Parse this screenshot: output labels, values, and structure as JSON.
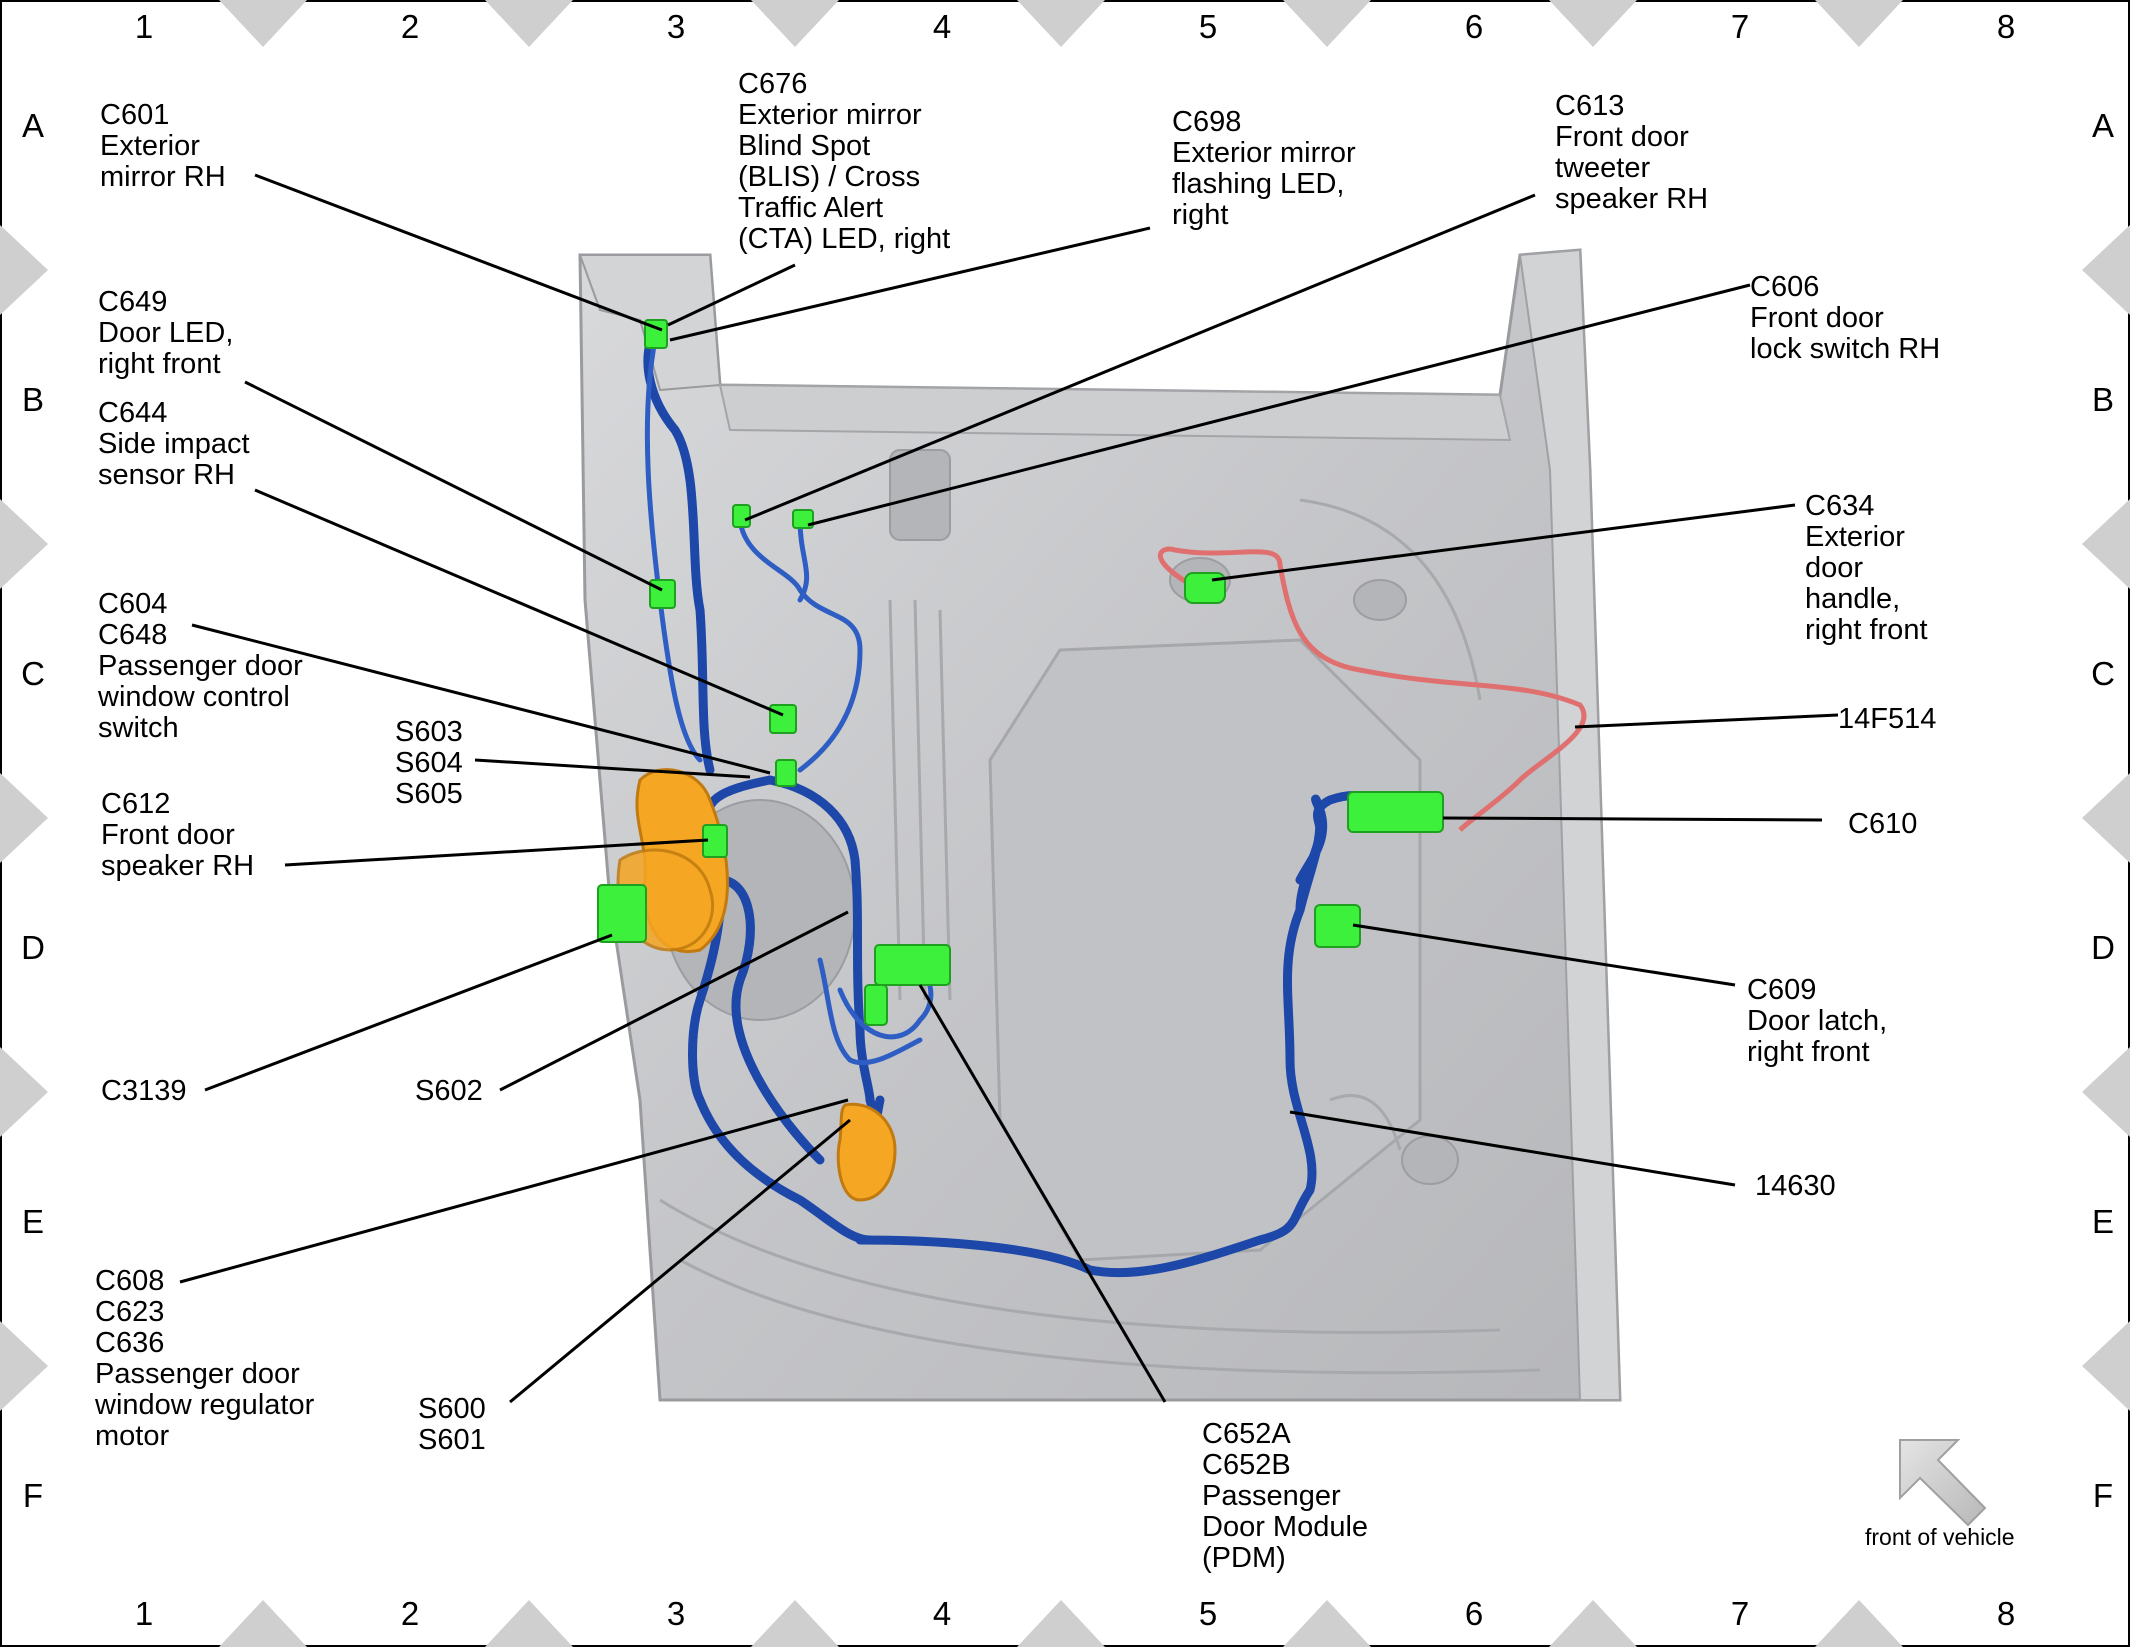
{
  "grid": {
    "columns": [
      "1",
      "2",
      "3",
      "4",
      "5",
      "6",
      "7",
      "8"
    ],
    "rows": [
      "A",
      "B",
      "C",
      "D",
      "E",
      "F"
    ]
  },
  "labels": {
    "c601": [
      "C601",
      "Exterior",
      "mirror RH"
    ],
    "c676": [
      "C676",
      "Exterior mirror",
      "Blind Spot",
      "(BLIS) / Cross",
      "Traffic Alert",
      "(CTA) LED, right"
    ],
    "c698": [
      "C698",
      "Exterior mirror",
      "flashing LED,",
      "right"
    ],
    "c613": [
      "C613",
      "Front door",
      "tweeter",
      "speaker RH"
    ],
    "c606": [
      "C606",
      "Front door",
      "lock switch RH"
    ],
    "c649": [
      "C649",
      "Door LED,",
      "right front"
    ],
    "c644": [
      "C644",
      "Side impact",
      "sensor RH"
    ],
    "c604": [
      "C604",
      "C648",
      "Passenger door",
      "window control",
      "switch"
    ],
    "s603": [
      "S603",
      "S604",
      "S605"
    ],
    "c612": [
      "C612",
      "Front door",
      "speaker RH"
    ],
    "c634": [
      "C634",
      "Exterior",
      "door",
      "handle,",
      "right front"
    ],
    "w14f514": [
      "14F514"
    ],
    "c610": [
      "C610"
    ],
    "c609": [
      "C609",
      "Door latch,",
      "right front"
    ],
    "c3139": [
      "C3139"
    ],
    "s602": [
      "S602"
    ],
    "w14630": [
      "14630"
    ],
    "c608": [
      "C608",
      "C623",
      "C636",
      "Passenger door",
      "window regulator",
      "motor"
    ],
    "s600": [
      "S600",
      "S601"
    ],
    "c652": [
      "C652A",
      "C652B",
      "Passenger",
      "Door Module",
      "(PDM)"
    ]
  },
  "orientation": {
    "text": "front of vehicle",
    "icon": "arrow-icon"
  },
  "colors": {
    "harness": "#1d47a8",
    "connector": "#3cf03c",
    "component": "#f5a623",
    "wire_14F514": "#e07070",
    "door_panel": "#c9cacc"
  }
}
